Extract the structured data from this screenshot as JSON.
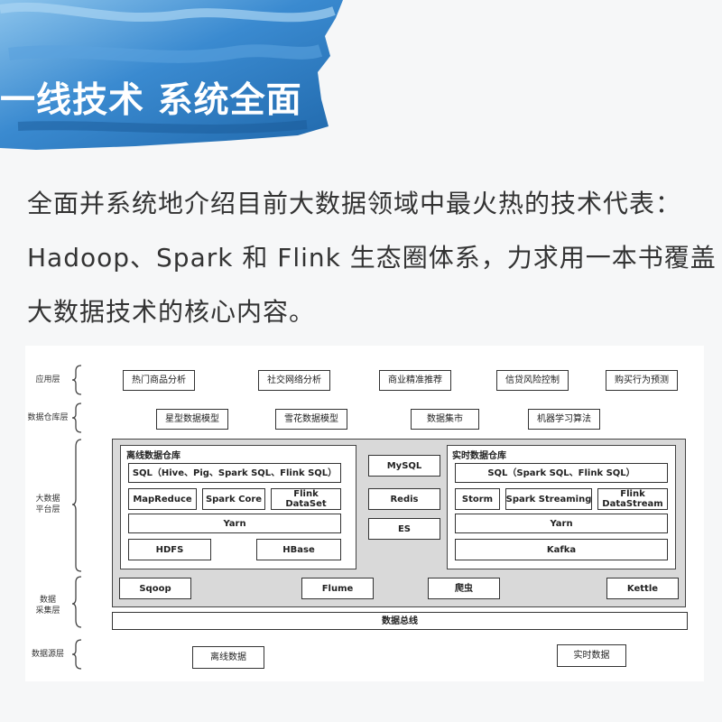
{
  "banner": {
    "title": "一线技术 系统全面",
    "colors": {
      "primary": "#2f7dc4",
      "light": "#6fb2e4",
      "dark": "#1c5c9c"
    }
  },
  "intro": {
    "lines": [
      "全面并系统地介绍目前大数据领域中最火热的技术代表：",
      "Hadoop、Spark 和 Flink 生态圈体系，力求用一本书覆盖",
      "大数据技术的核心内容。"
    ]
  },
  "diagram": {
    "layers": {
      "application": "应用层",
      "warehouse": "数据仓库层",
      "platform_line1": "大数据",
      "platform_line2": "平台层",
      "collection_line1": "数据",
      "collection_line2": "采集层",
      "source": "数据源层"
    },
    "application_items": [
      "热门商品分析",
      "社交网络分析",
      "商业精准推荐",
      "信贷风险控制",
      "购买行为预测"
    ],
    "warehouse_items": [
      "星型数据模型",
      "雪花数据模型",
      "数据集市",
      "机器学习算法"
    ],
    "offline": {
      "title": "离线数据仓库",
      "sql": "SQL（Hive、Pig、Spark SQL、Flink SQL）",
      "mapreduce": "MapReduce",
      "spark_core": "Spark Core",
      "flink_dataset_1": "Flink",
      "flink_dataset_2": "DataSet",
      "yarn": "Yarn",
      "hdfs": "HDFS",
      "hbase": "HBase"
    },
    "middle": {
      "mysql": "MySQL",
      "redis": "Redis",
      "es": "ES"
    },
    "realtime": {
      "title": "实时数据仓库",
      "sql": "SQL（Spark SQL、Flink SQL）",
      "storm": "Storm",
      "spark_streaming": "Spark Streaming",
      "flink_datastream_1": "Flink",
      "flink_datastream_2": "DataStream",
      "yarn": "Yarn",
      "kafka": "Kafka"
    },
    "collection_items": [
      "Sqoop",
      "Flume",
      "爬虫",
      "Kettle"
    ],
    "bus": "数据总线",
    "source_items": [
      "离线数据",
      "实时数据"
    ]
  }
}
